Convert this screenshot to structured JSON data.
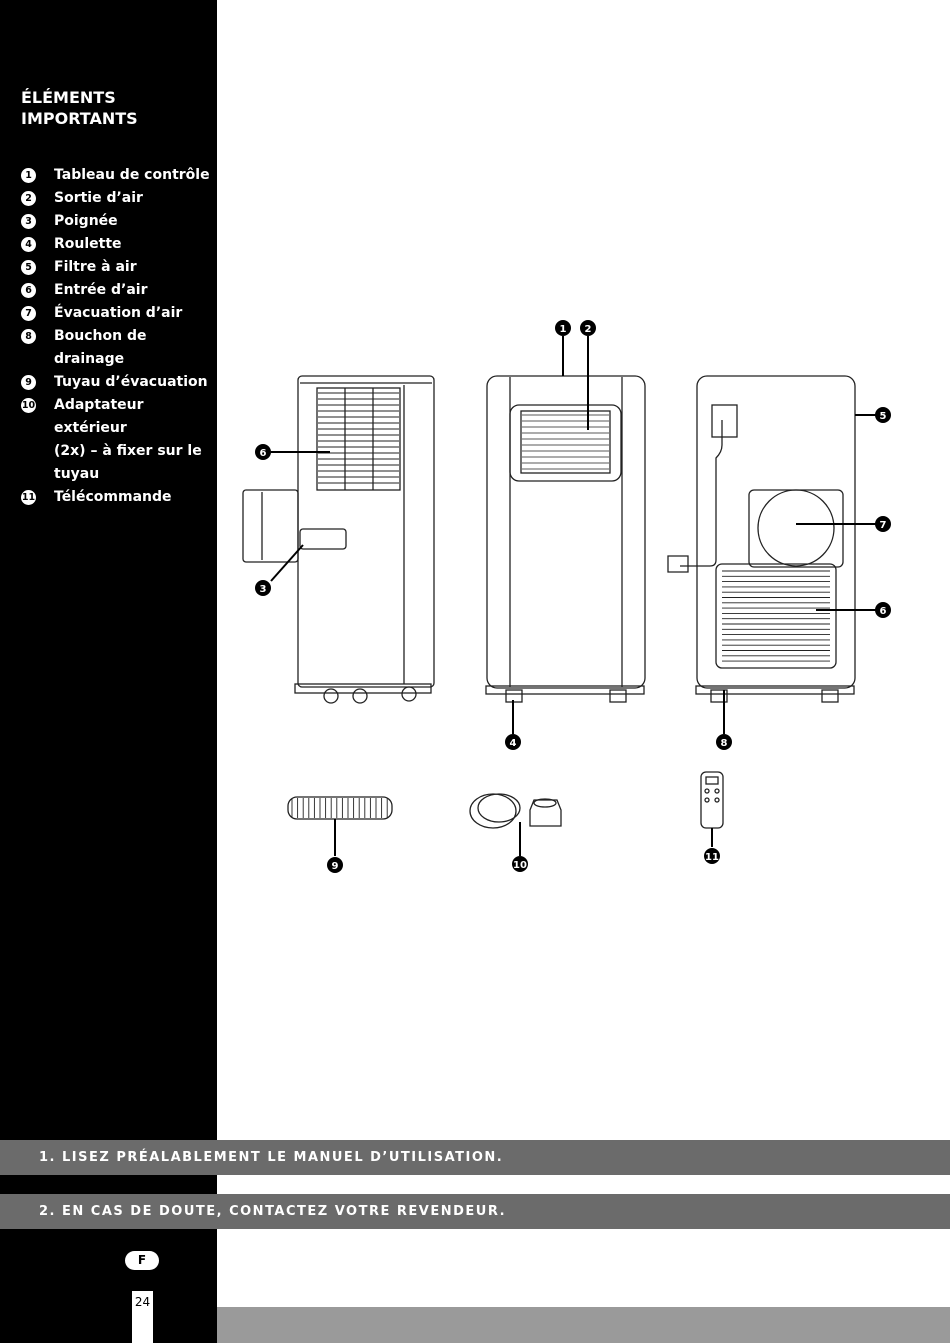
{
  "sidebar": {
    "title_line1": "ÉLÉMENTS",
    "title_line2": "IMPORTANTS",
    "items": [
      {
        "num": "1",
        "label": "Tableau de contrôle"
      },
      {
        "num": "2",
        "label": "Sortie d’air"
      },
      {
        "num": "3",
        "label": "Poignée"
      },
      {
        "num": "4",
        "label": "Roulette"
      },
      {
        "num": "5",
        "label": "Filtre à air"
      },
      {
        "num": "6",
        "label": "Entrée d’air"
      },
      {
        "num": "7",
        "label": "Évacuation d’air"
      },
      {
        "num": "8",
        "label": "Bouchon de drainage"
      },
      {
        "num": "9",
        "label": "Tuyau d’évacuation"
      },
      {
        "num": "10",
        "label": "Adaptateur extérieur"
      },
      {
        "num": "",
        "label": "(2x) – à fixer sur le"
      },
      {
        "num": "",
        "label": "tuyau"
      },
      {
        "num": "11",
        "label": "Télécommande"
      }
    ]
  },
  "illustration": {
    "callouts": [
      "1",
      "2",
      "3",
      "4",
      "5",
      "6",
      "7",
      "8",
      "9",
      "10",
      "11"
    ]
  },
  "banners": {
    "first": "1. LISEZ PRÉALABLEMENT LE MANUEL D’UTILISATION.",
    "second": "2. EN CAS DE DOUTE, CONTACTEZ VOTRE REVENDEUR."
  },
  "footer": {
    "language": "F",
    "page_number": "24"
  }
}
